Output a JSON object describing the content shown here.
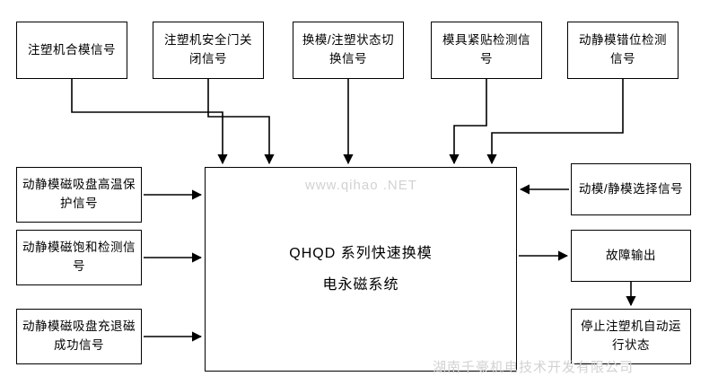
{
  "diagram": {
    "type": "block-diagram",
    "top_inputs": [
      {
        "id": "top-1",
        "label": "注塑机合模信号"
      },
      {
        "id": "top-2",
        "label": "注塑机安全门关闭信号"
      },
      {
        "id": "top-3",
        "label": "换模/注塑状态切换信号"
      },
      {
        "id": "top-4",
        "label": "模具紧贴检测信号"
      },
      {
        "id": "top-5",
        "label": "动静模错位检测信号"
      }
    ],
    "left_inputs": [
      {
        "id": "left-1",
        "label": "动静模磁吸盘高温保护信号"
      },
      {
        "id": "left-2",
        "label": "动静模磁饱和检测信号"
      },
      {
        "id": "left-3",
        "label": "动静模磁吸盘充退磁成功信号"
      }
    ],
    "right_nodes": [
      {
        "id": "right-1",
        "label": "动模/静模选择信号"
      },
      {
        "id": "right-2",
        "label": "故障输出"
      },
      {
        "id": "right-3",
        "label": "停止注塑机自动运行状态"
      }
    ],
    "center": {
      "id": "center",
      "line1": "QHQD 系列快速换模",
      "line2": "电永磁系统"
    },
    "watermarks": {
      "top": "www.qihao .NET",
      "bottom": "湖南千豪机电技术开发有限公司"
    }
  },
  "colors": {
    "stroke": "#000000",
    "background": "#ffffff",
    "watermark": "#d0d0d0"
  }
}
